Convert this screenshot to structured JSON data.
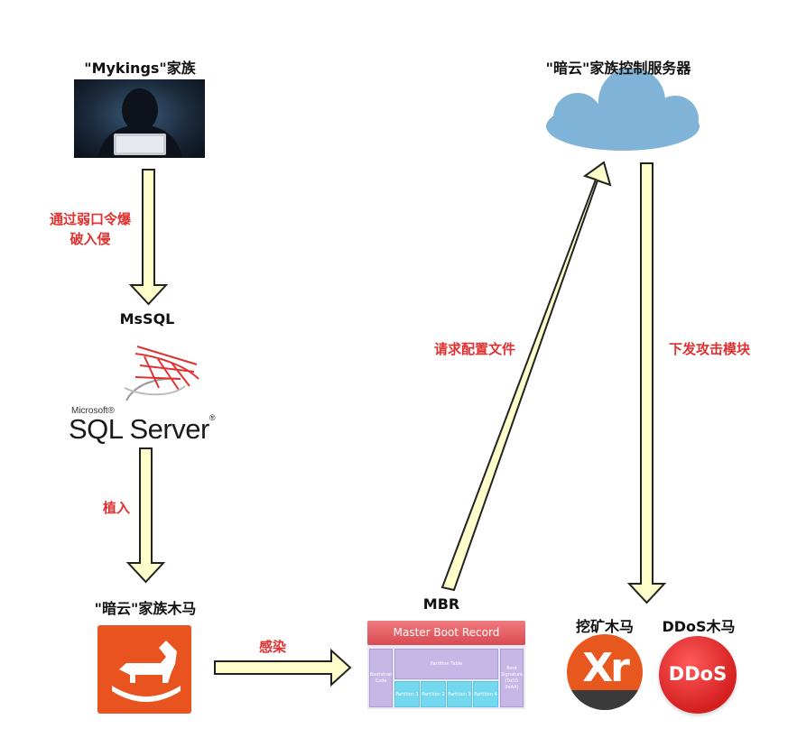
{
  "nodes": {
    "mykings": "\"Mykings\"家族",
    "mssql": "MsSQL",
    "trojan": "\"暗云\"家族木马",
    "mbr": "MBR",
    "cloud_server": "\"暗云\"家族控制服务器",
    "miner": "挖矿木马",
    "ddos": "DDoS木马"
  },
  "edges": {
    "weak_password_line1": "通过弱口令爆",
    "weak_password_line2": "破入侵",
    "implant": "植入",
    "infect": "感染",
    "request_config": "请求配置文件",
    "deliver_modules": "下发攻击模块"
  },
  "sql_logo": {
    "brand": "Microsoft®",
    "product": "SQL Server",
    "reg": "®"
  },
  "mbr_diagram": {
    "title": "Master Boot Record",
    "bootstrap": "Bootstrap Code",
    "partition_table": "Partition Table",
    "boot_signature": "Boot Signature (0x55 0xAA)",
    "partitions": [
      "Partition 1",
      "Partition 2",
      "Partition 3",
      "Partition 4"
    ]
  },
  "icons": {
    "xr_text": "Xr",
    "ddos_text": "DDoS"
  },
  "colors": {
    "arrow_fill": "#ffffcc",
    "arrow_stroke": "#222222",
    "edge_label": "#e03030",
    "cloud": "#7fb3d8"
  }
}
